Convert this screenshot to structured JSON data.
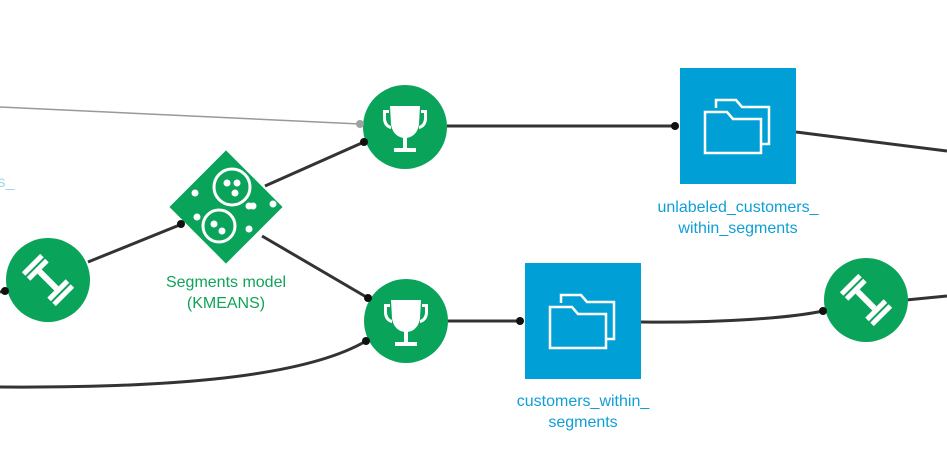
{
  "colors": {
    "recipe_green": "#0aa35a",
    "dataset_blue": "#00a0d6",
    "edge_dark": "#333333",
    "edge_faded": "#999999",
    "label_green": "#10a35a",
    "label_blue": "#0f9fd6"
  },
  "nodes": [
    {
      "id": "train-recipe-left",
      "type": "recipe",
      "icon": "dumbbell-icon",
      "label": ""
    },
    {
      "id": "segments-model",
      "type": "saved-model",
      "icon": "clusters-icon",
      "label_lines": [
        "Segments model",
        "(KMEANS)"
      ]
    },
    {
      "id": "score-recipe-top",
      "type": "recipe",
      "icon": "trophy-icon",
      "label": ""
    },
    {
      "id": "score-recipe-bottom",
      "type": "recipe",
      "icon": "trophy-icon",
      "label": ""
    },
    {
      "id": "unlabeled-customers-within-segments",
      "type": "dataset",
      "icon": "folder-icon",
      "label_lines": [
        "unlabeled_customers_",
        "within_segments"
      ]
    },
    {
      "id": "customers-within-segments",
      "type": "dataset",
      "icon": "folder-icon",
      "label_lines": [
        "customers_within_",
        "segments"
      ]
    },
    {
      "id": "train-recipe-right",
      "type": "recipe",
      "icon": "dumbbell-icon",
      "label": ""
    }
  ],
  "offscreen_label_fragment": "s_"
}
